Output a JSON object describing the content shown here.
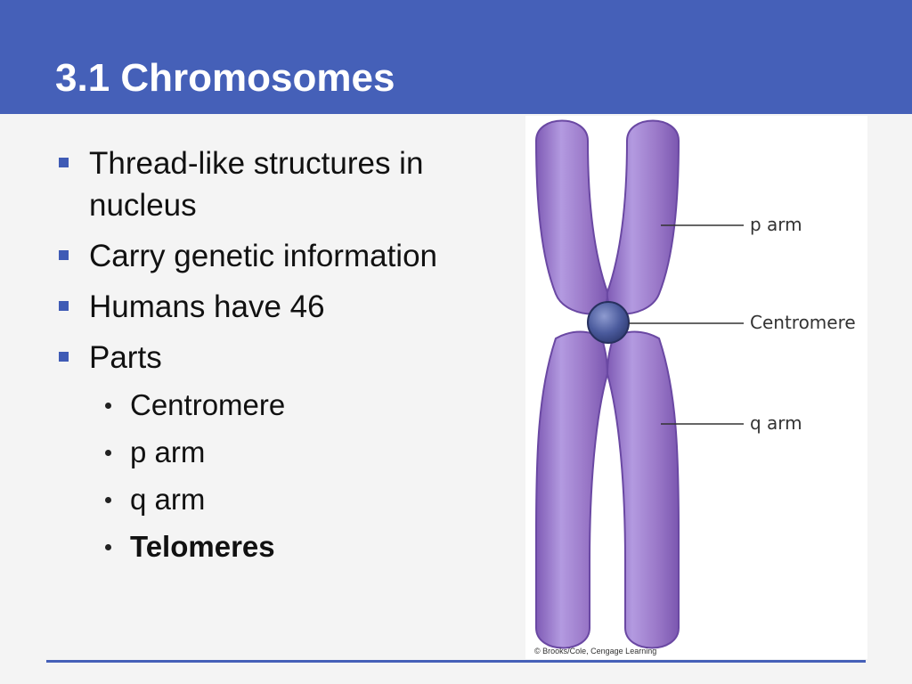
{
  "slide": {
    "title": "3.1 Chromosomes",
    "bullets": [
      {
        "text": "Thread-like structures in nucleus"
      },
      {
        "text": "Carry genetic information"
      },
      {
        "text": "Humans have 46"
      },
      {
        "text": "Parts"
      }
    ],
    "sub_bullets": [
      {
        "text": "Centromere",
        "bold": false
      },
      {
        "text": "p arm",
        "bold": false
      },
      {
        "text": "q arm",
        "bold": false
      },
      {
        "text": "Telomeres",
        "bold": true
      }
    ]
  },
  "figure": {
    "labels": {
      "p_arm": "p arm",
      "centromere": "Centromere",
      "q_arm": "q arm"
    },
    "credit": "© Brooks/Cole, Cengage Learning"
  },
  "colors": {
    "title_bar": "#4560b8",
    "bullet_marker": "#3f5bb5",
    "chromosome": "#9a78c8",
    "centromere": "#4a5a9c"
  }
}
